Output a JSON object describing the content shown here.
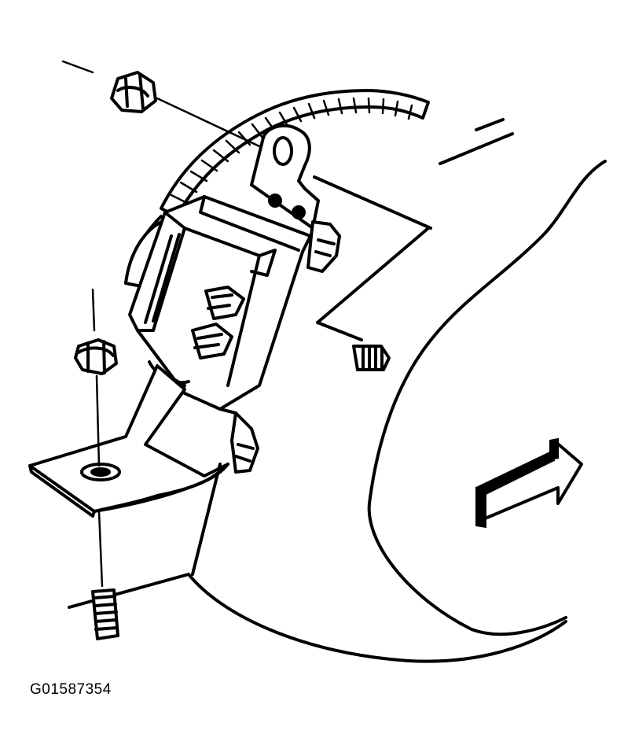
{
  "figure": {
    "id_label": "G01587354"
  },
  "parts": [
    {
      "name": "upper-nut",
      "kind": "fastener"
    },
    {
      "name": "cable-conduit",
      "kind": "harness"
    },
    {
      "name": "control-module",
      "kind": "module"
    },
    {
      "name": "mounting-bracket",
      "kind": "bracket"
    },
    {
      "name": "lower-nut",
      "kind": "fastener"
    },
    {
      "name": "side-stud",
      "kind": "fastener"
    },
    {
      "name": "bottom-stud",
      "kind": "fastener"
    },
    {
      "name": "panel-surface",
      "kind": "body-panel"
    },
    {
      "name": "forward-arrow",
      "kind": "direction-indicator"
    }
  ]
}
